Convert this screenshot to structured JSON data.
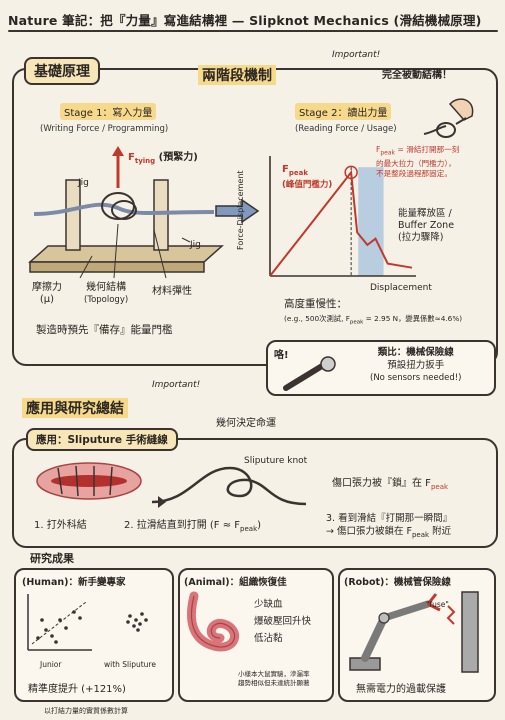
{
  "header": {
    "title": "Nature 筆記：把『力量』寫進結構裡 — Slipknot Mechanics (滑結機械原理)"
  },
  "basics": {
    "heading": "基礎原理",
    "mechanism": "兩階段機制",
    "important": "Important!",
    "passive": "完全被動結構！",
    "stage1": {
      "title": "Stage 1：寫入力量",
      "sub": "(Writing Force / Programming)"
    },
    "stage2": {
      "title": "Stage 2：讀出力量",
      "sub": "(Reading Force / Usage)"
    },
    "ftying": "F",
    "ftying_sub": "tying",
    "ftying_note": "(預緊力)",
    "jig_top": "Jig",
    "jig_side": "Jig",
    "friction": "摩擦力",
    "friction_sym": "(μ)",
    "topology": "幾何結構",
    "topology_en": "(Topology)",
    "elasticity": "材料彈性",
    "preset": "製造時預先『備存』能量門檻",
    "ylabel": "Force-Displacement",
    "xlabel": "Displacement",
    "fpeak_label": "F",
    "fpeak_sub": "peak",
    "fpeak_cn": "(峰值門檻力)",
    "fpeak_note1": "= 滑結打開那一刻",
    "fpeak_note2": "的最大拉力（門檻力），",
    "fpeak_note3": "不是整段過程那固定。",
    "release1": "能量釋放區 /",
    "release2": "Buffer Zone",
    "release3": "(拉力驟降)",
    "repeat_title": "高度重慢性：",
    "repeat_note": "(e.g., 500次測試, F",
    "repeat_note2": "peak",
    "repeat_note3": " = 2.95 N，變異係數≈4.6%)",
    "click": "咯!",
    "analogy1": "類比：機械保險線",
    "analogy2": "預設扭力扳手",
    "analogy3": "(No sensors needed!)"
  },
  "applications": {
    "heading": "應用與研究總結",
    "important": "Important!",
    "destiny": "幾何決定命運",
    "app_title": "應用：Sliputure 手術縫線",
    "knot_label": "Sliputure knot",
    "lock_a": "傷口張力被『鎖』在 F",
    "lock_sub": "peak",
    "step1": "1. 打外科結",
    "step2": "2. 拉滑結直到打開 (F ≈ F",
    "step2_sub": "peak",
    "step2_end": ")",
    "step3a": "3. 看到滑結『打開那一瞬間』",
    "step3b": "→ 傷口張力被鎖在 F",
    "step3b_sub": "peak",
    "step3b_end": " 附近",
    "results": "研究成果"
  },
  "results": {
    "human": {
      "title": "(Human)：新手變專家",
      "x1": "Junior",
      "x2": "with Sliputure",
      "stat": "精準度提升 (+121%)"
    },
    "animal": {
      "title": "(Animal)：組織恢復佳",
      "l1": "少缺血",
      "l2": "爆破壓回升快",
      "l3": "低沾黏",
      "note1": "小樣本大鼠實驗，滲漏率",
      "note2": "趨勢相似但未達統計顯著"
    },
    "robot": {
      "title": "(Robot)：機械管保險線",
      "fuse": "\"fuse\"",
      "stat": "無需電力的過載保護"
    }
  },
  "footer": {
    "note": "以打結力量的實質係數計算"
  },
  "colors": {
    "red": "#c0392b",
    "blue": "#8fb8dc",
    "yellow": "#f6d98a",
    "paper": "#f6f1e7",
    "ink": "#3a3330"
  },
  "chart_data": {
    "type": "line",
    "title": "",
    "xlabel": "Displacement",
    "ylabel": "Force-Displacement",
    "series": [
      {
        "name": "",
        "points": [
          [
            0,
            0
          ],
          [
            1,
            0.25
          ],
          [
            2,
            0.5
          ],
          [
            3,
            0.75
          ],
          [
            4,
            1.0
          ],
          [
            4.3,
            0.42
          ],
          [
            4.8,
            0.3
          ],
          [
            5.2,
            0.36
          ],
          [
            5.8,
            0.12
          ],
          [
            7,
            0.08
          ]
        ]
      }
    ],
    "xlim": [
      0,
      7
    ],
    "ylim": [
      0,
      1.1
    ],
    "grid": false
  }
}
